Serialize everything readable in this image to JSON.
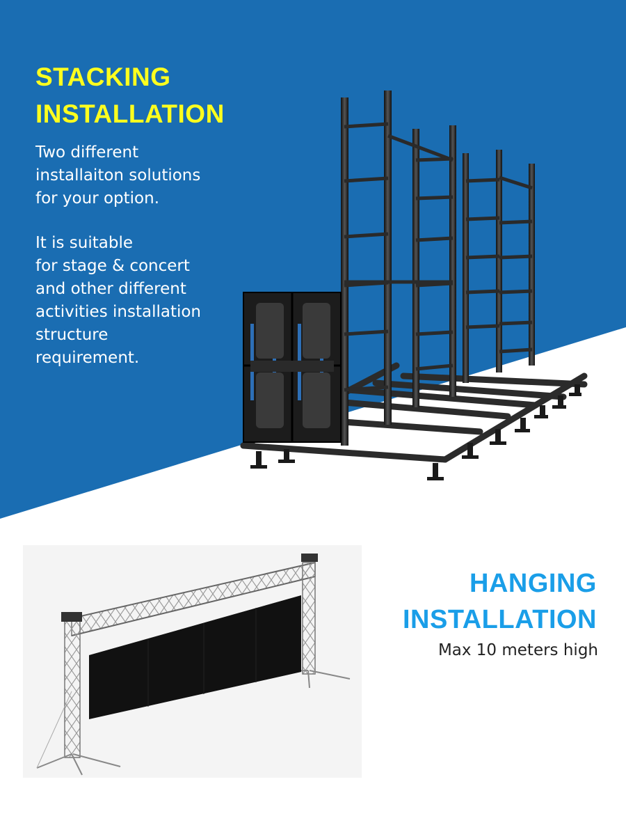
{
  "colors": {
    "blue_bg": "#1a6db2",
    "stacking_title": "#ffff1e",
    "hanging_title": "#1a9ee8",
    "body_text_light": "#ffffff",
    "body_text_dark": "#222222"
  },
  "stacking": {
    "title_line1": "STACKING",
    "title_line2": "INSTALLATION",
    "para1_lines": [
      "Two different",
      "installaiton solutions",
      "for your option."
    ],
    "para2_lines": [
      "It is suitable",
      "for stage & concert",
      "and other different",
      "activities installation",
      "structure",
      "requirement."
    ],
    "image": "stacking-frame-with-led-panels"
  },
  "hanging": {
    "title_line1": "HANGING",
    "title_line2": "INSTALLATION",
    "subtitle": "Max 10 meters high",
    "image": "truss-hanging-led-screen"
  }
}
